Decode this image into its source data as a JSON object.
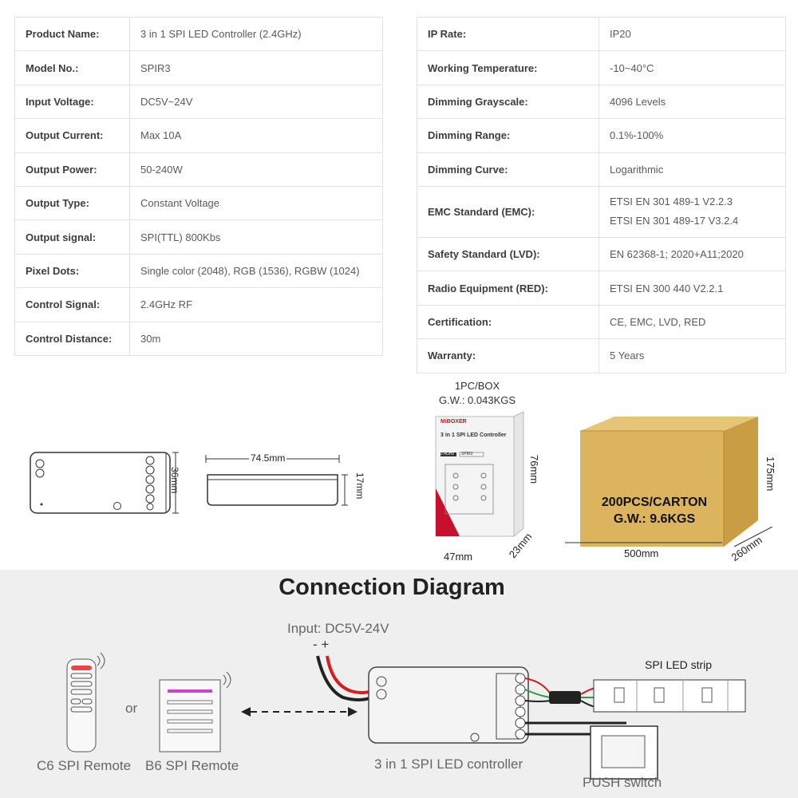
{
  "spec_left": [
    {
      "label": "Product Name:",
      "value": "3 in 1 SPI LED Controller (2.4GHz)"
    },
    {
      "label": "Model No.:",
      "value": "SPIR3"
    },
    {
      "label": "Input Voltage:",
      "value": "DC5V~24V"
    },
    {
      "label": "Output Current:",
      "value": "Max 10A"
    },
    {
      "label": "Output Power:",
      "value": "50-240W"
    },
    {
      "label": "Output Type:",
      "value": "Constant Voltage"
    },
    {
      "label": "Output signal:",
      "value": "SPI(TTL) 800Kbs"
    },
    {
      "label": "Pixel Dots:",
      "value": "Single color (2048), RGB (1536), RGBW (1024)"
    },
    {
      "label": "Control Signal:",
      "value": "2.4GHz RF"
    },
    {
      "label": "Control Distance:",
      "value": "30m"
    }
  ],
  "spec_right": [
    {
      "label": "IP Rate:",
      "value": "IP20"
    },
    {
      "label": "Working Temperature:",
      "value": "-10~40°C"
    },
    {
      "label": "Dimming Grayscale:",
      "value": "4096 Levels"
    },
    {
      "label": "Dimming Range:",
      "value": "0.1%-100%"
    },
    {
      "label": "Dimming Curve:",
      "value": "Logarithmic"
    },
    {
      "label": "EMC Standard (EMC):",
      "value": "ETSI EN 301 489-1 V2.2.3",
      "value2": "ETSI EN 301 489-17 V3.2.4"
    },
    {
      "label": "Safety Standard (LVD):",
      "value": "EN 62368-1; 2020+A11;2020"
    },
    {
      "label": "Radio Equipment (RED):",
      "value": "ETSI EN 300 440 V2.2.1"
    },
    {
      "label": "Certification:",
      "value": "CE, EMC, LVD, RED"
    },
    {
      "label": "Warranty:",
      "value": "5 Years"
    }
  ],
  "dimensions": {
    "controller_height": "36mm",
    "controller_length": "74.5mm",
    "controller_thickness": "17mm"
  },
  "box": {
    "qty": "1PC/BOX",
    "weight": "G.W.: 0.043KGS",
    "height": "76mm",
    "width": "47mm",
    "depth": "23mm",
    "brand": "MiBOXER",
    "product": "3 in 1 SPI LED Controller",
    "model": "SPIR3",
    "band": "2.4GHz"
  },
  "carton": {
    "qty": "200PCS/CARTON",
    "weight": "G.W.: 9.6KGS",
    "height": "175mm",
    "width": "500mm",
    "depth": "260mm"
  },
  "diagram": {
    "title": "Connection Diagram",
    "input": "Input: DC5V-24V",
    "polarity": "- +",
    "or": "or",
    "remote_c6": "C6 SPI Remote",
    "remote_b6": "B6 SPI Remote",
    "controller": "3 in 1 SPI LED controller",
    "strip": "SPI  LED strip",
    "push": "PUSH switch"
  },
  "colors": {
    "box_red": "#c8102e",
    "carton": "#dcb45e",
    "wire_red": "#d22020",
    "wire_green": "#2aa03c"
  }
}
